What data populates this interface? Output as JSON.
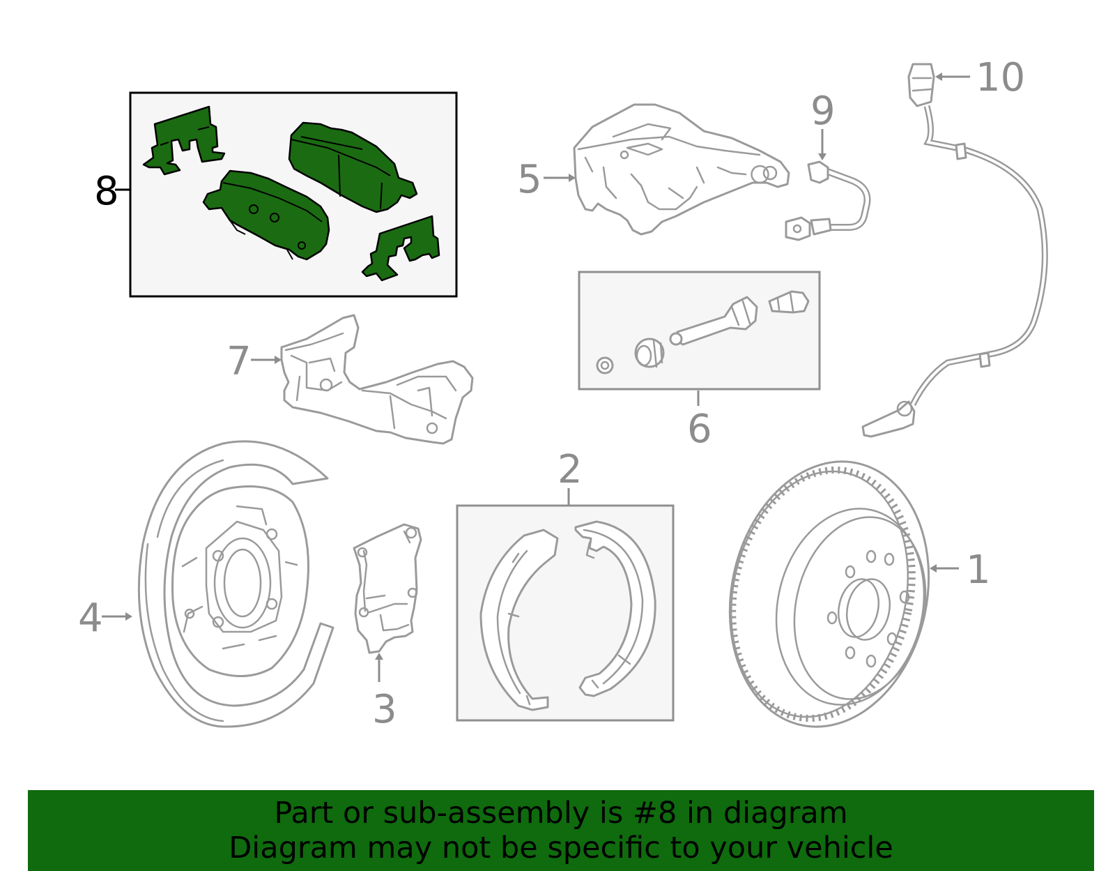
{
  "labels": {
    "p1": "1",
    "p2": "2",
    "p3": "3",
    "p4": "4",
    "p5": "5",
    "p6": "6",
    "p7": "7",
    "p8": "8",
    "p9": "9",
    "p10": "10"
  },
  "highlighted_part": "8",
  "colors": {
    "highlight_fill": "#1b6b12",
    "banner_background": "#0f6b0e",
    "part_outline": "#9a9a9a",
    "label_grey": "#8c8c8c"
  },
  "banner": {
    "line1": "Part or sub-assembly is #8 in diagram",
    "line2": "Diagram may not be specific to your vehicle"
  }
}
